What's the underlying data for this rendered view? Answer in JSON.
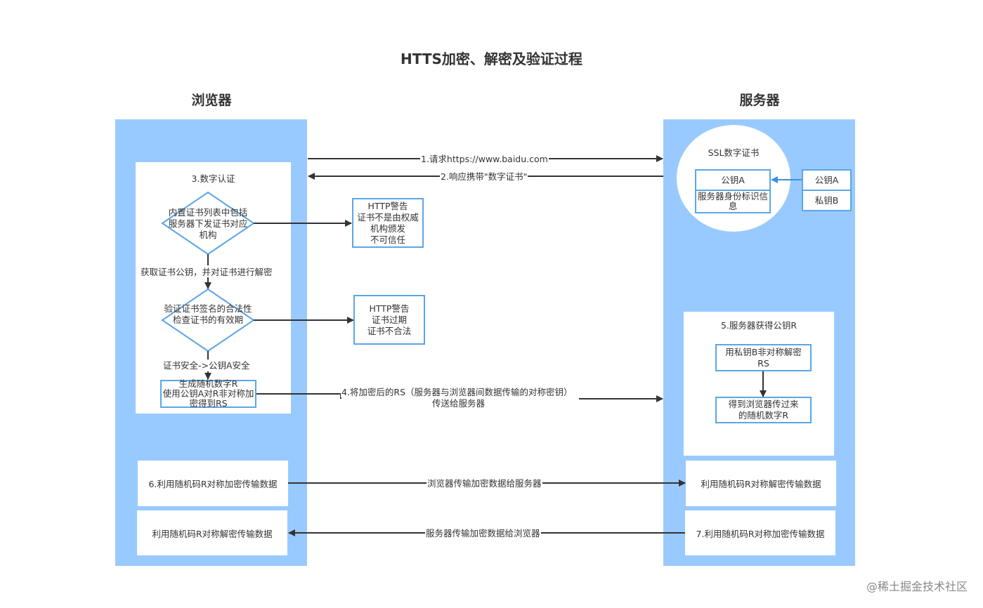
{
  "title": "HTTS加密、解密及验证过程",
  "browser": {
    "title": "浏览器",
    "panel_title": "3.数字认证",
    "diamond1": "内置证书列表中包括服务器下发证书对应机构",
    "step_get_key": "获取证书公钥，并对证书进行解密",
    "diamond2": "验证证书签名的合法性\n检查证书的有效期",
    "step_safe": "证书安全->公钥A安全",
    "gen_box": "生成随机数字R\n使用公钥A对R非对称加密得到RS",
    "encrypt_box": "6.利用随机码R对称加密传输数据",
    "decrypt_box": "利用随机码R对称解密传输数据"
  },
  "warnings": {
    "w1": "HTTP警告\n证书不是由权威机构颁发\n不可信任",
    "w2": "HTTP警告\n证书过期\n证书不合法"
  },
  "server": {
    "title": "服务器",
    "cert_title": "SSL数字证书",
    "cert_key": "公钥A",
    "cert_info": "服务器身份标识信息",
    "key_pub": "公钥A",
    "key_priv": "私钥B",
    "panel_title": "5.服务器获得公钥R",
    "decrypt_rs": "用私钥B非对称解密\nRS",
    "get_random": "得到浏览器传过来\n的随机数字R",
    "decrypt_box": "利用随机码R对称解密传输数据",
    "encrypt_box": "7.利用随机码R对称加密传输数据"
  },
  "arrows": {
    "a1": "1.请求https://www.baidu.com",
    "a2": "2.响应携带\"数字证书\"",
    "a4_line1": "4.将加密后的RS（服务器与浏览器间数据传输的对称密钥）",
    "a4_line2": "传送给服务器",
    "a6": "浏览器传输加密数据给服务器",
    "a7": "服务器传输加密数据给浏览器"
  },
  "watermark": "@稀土掘金技术社区",
  "colors": {
    "lane": "#99caff",
    "border": "#5ba6e6",
    "arrow": "#333333",
    "blue_arrow": "#3d8fe0"
  }
}
